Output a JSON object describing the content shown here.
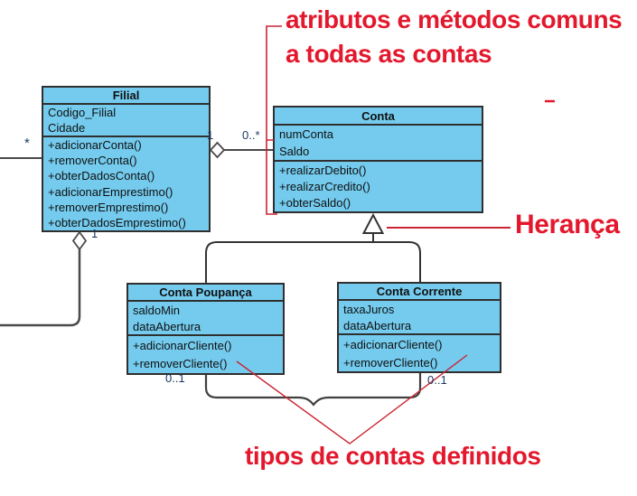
{
  "classes": [
    {
      "name": "Filial",
      "attributes": [
        "Codigo_Filial",
        "Cidade"
      ],
      "methods": [
        "+adicionarConta()",
        "+removerConta()",
        "+obterDadosConta()",
        "+adicionarEmprestimo()",
        "+removerEmprestimo()",
        "+obterDadosEmprestimo()"
      ]
    },
    {
      "name": "Conta",
      "attributes": [
        "numConta",
        "Saldo"
      ],
      "methods": [
        "+realizarDebito()",
        "+realizarCredito()",
        "+obterSaldo()"
      ]
    },
    {
      "name": "Conta Poupança",
      "attributes": [
        "saldoMin",
        "dataAbertura"
      ],
      "methods": [
        "+adicionarCliente()",
        "+removerCliente()"
      ]
    },
    {
      "name": "Conta Corrente",
      "attributes": [
        "taxaJuros",
        "dataAbertura"
      ],
      "methods": [
        "+adicionarCliente()",
        "+removerCliente()"
      ]
    }
  ],
  "multiplicities": {
    "filial_left": "*",
    "filial_conta_source": "1",
    "filial_conta_target": "0..*",
    "filial_bottom": "1",
    "poupanca_bottom": "0..1",
    "corrente_bottom": "0..1"
  },
  "annotations": {
    "common_line1": "atributos e métodos comuns",
    "common_line2": "a todas as contas",
    "inheritance": "Herança",
    "types": "tipos de contas definidos"
  },
  "colors": {
    "class_fill": "#74cbee",
    "class_border": "#2f2f2f",
    "connector_gray": "#4a4a4a",
    "annotation_red": "#e3182d",
    "pointer_red": "#cc2433",
    "multiplicity_navy": "#16365d"
  }
}
